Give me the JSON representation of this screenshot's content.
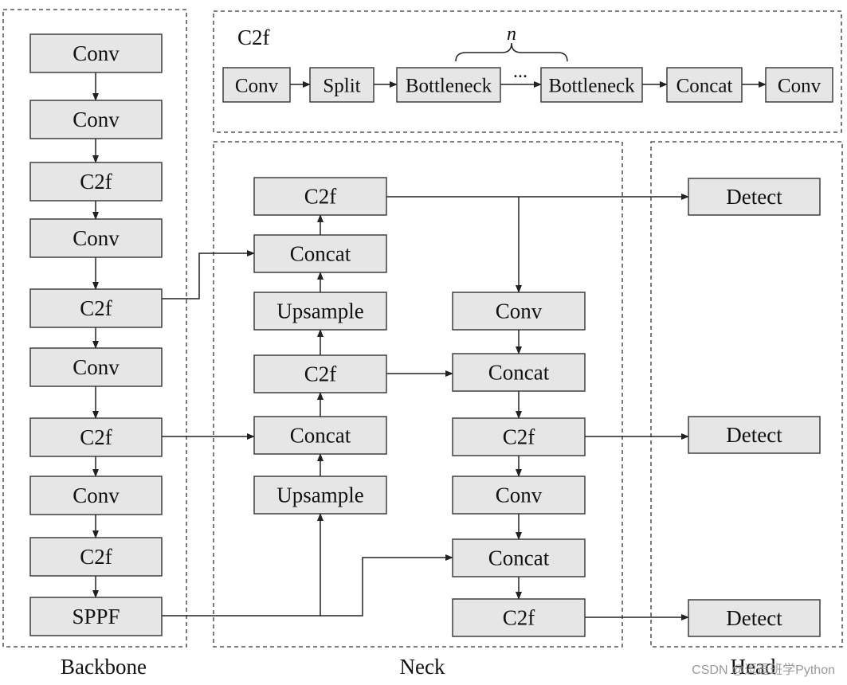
{
  "regions": {
    "backbone": "Backbone",
    "neck": "Neck",
    "head": "Head",
    "c2f_title": "C2f"
  },
  "repeat_label": "n",
  "ellipsis": "...",
  "watermark": "CSDN @逗逗班学Python",
  "backbone": [
    {
      "id": "b1",
      "label": "Conv"
    },
    {
      "id": "b2",
      "label": "Conv"
    },
    {
      "id": "b3",
      "label": "C2f"
    },
    {
      "id": "b4",
      "label": "Conv"
    },
    {
      "id": "b5",
      "label": "C2f"
    },
    {
      "id": "b6",
      "label": "Conv"
    },
    {
      "id": "b7",
      "label": "C2f"
    },
    {
      "id": "b8",
      "label": "Conv"
    },
    {
      "id": "b9",
      "label": "C2f"
    },
    {
      "id": "b10",
      "label": "SPPF"
    }
  ],
  "neck_left": [
    {
      "id": "n1",
      "label": "C2f"
    },
    {
      "id": "n2",
      "label": "Concat"
    },
    {
      "id": "n3",
      "label": "Upsample"
    },
    {
      "id": "n4",
      "label": "C2f"
    },
    {
      "id": "n5",
      "label": "Concat"
    },
    {
      "id": "n6",
      "label": "Upsample"
    }
  ],
  "neck_right": [
    {
      "id": "m1",
      "label": "Conv"
    },
    {
      "id": "m2",
      "label": "Concat"
    },
    {
      "id": "m3",
      "label": "C2f"
    },
    {
      "id": "m4",
      "label": "Conv"
    },
    {
      "id": "m5",
      "label": "Concat"
    },
    {
      "id": "m6",
      "label": "C2f"
    }
  ],
  "head": [
    {
      "id": "h1",
      "label": "Detect"
    },
    {
      "id": "h2",
      "label": "Detect"
    },
    {
      "id": "h3",
      "label": "Detect"
    }
  ],
  "c2f_module": [
    {
      "id": "c1",
      "label": "Conv"
    },
    {
      "id": "c2",
      "label": "Split"
    },
    {
      "id": "c3",
      "label": "Bottleneck"
    },
    {
      "id": "c4",
      "label": "Bottleneck"
    },
    {
      "id": "c5",
      "label": "Concat"
    },
    {
      "id": "c6",
      "label": "Conv"
    }
  ]
}
